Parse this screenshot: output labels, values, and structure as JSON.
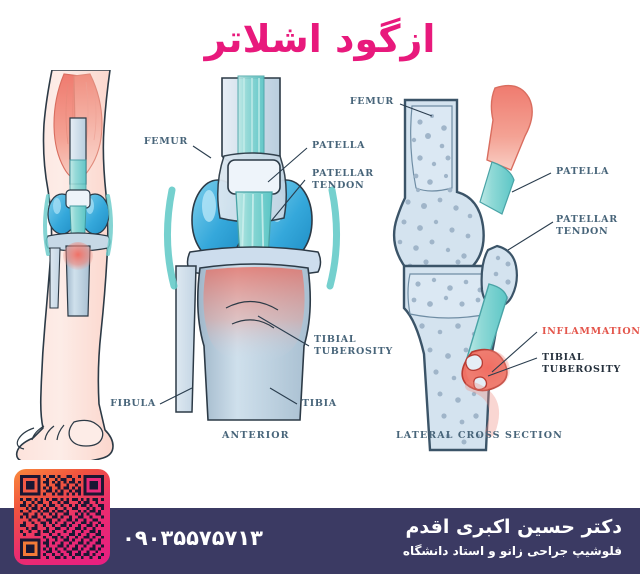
{
  "title": "ازگود اشلاتر",
  "title_color": "#e8197c",
  "label_color": "#48657a",
  "inflammation_color": "#e4564c",
  "figure": {
    "left_leg": {
      "name": "anterior-leg-with-knee-anatomy"
    },
    "anterior_view": {
      "caption": "ANTERIOR",
      "labels": {
        "femur": "FEMUR",
        "patella": "PATELLA",
        "patellar_tendon": "PATELLAR\nTENDON",
        "tibial_tuberosity": "TIBIAL\nTUBEROSITY",
        "fibula": "FIBULA",
        "tibia": "TIBIA"
      }
    },
    "lateral_view": {
      "caption": "LATERAL CROSS SECTION",
      "labels": {
        "femur": "FEMUR",
        "patella": "PATELLA",
        "patellar_tendon": "PATELLAR\nTENDON",
        "inflammation": "INFLAMMATION",
        "tibial_tuberosity": "TIBIAL\nTUBEROSITY"
      }
    }
  },
  "footer": {
    "background": "#3b3a63",
    "doctor_name": "دکتر حسین اکبری اقدم",
    "doctor_subtitle": "فلوشیپ جراحی زانو و استاد دانشگاه",
    "phone": "۰۹۰۳۵۵۷۵۷۱۳",
    "qr_code": "instagram-qr-code"
  }
}
